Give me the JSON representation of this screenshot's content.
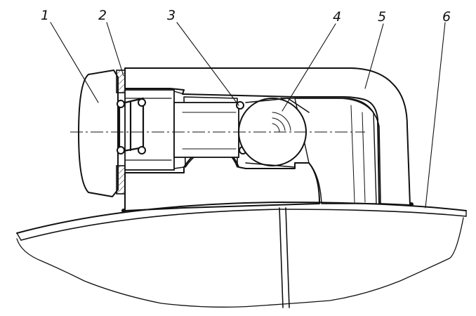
{
  "figure": {
    "labels": {
      "l1": "1",
      "l2": "2",
      "l3": "3",
      "l4": "4",
      "l5": "5",
      "l6": "6"
    },
    "colors": {
      "ink": "#111111",
      "paper": "#ffffff"
    }
  }
}
